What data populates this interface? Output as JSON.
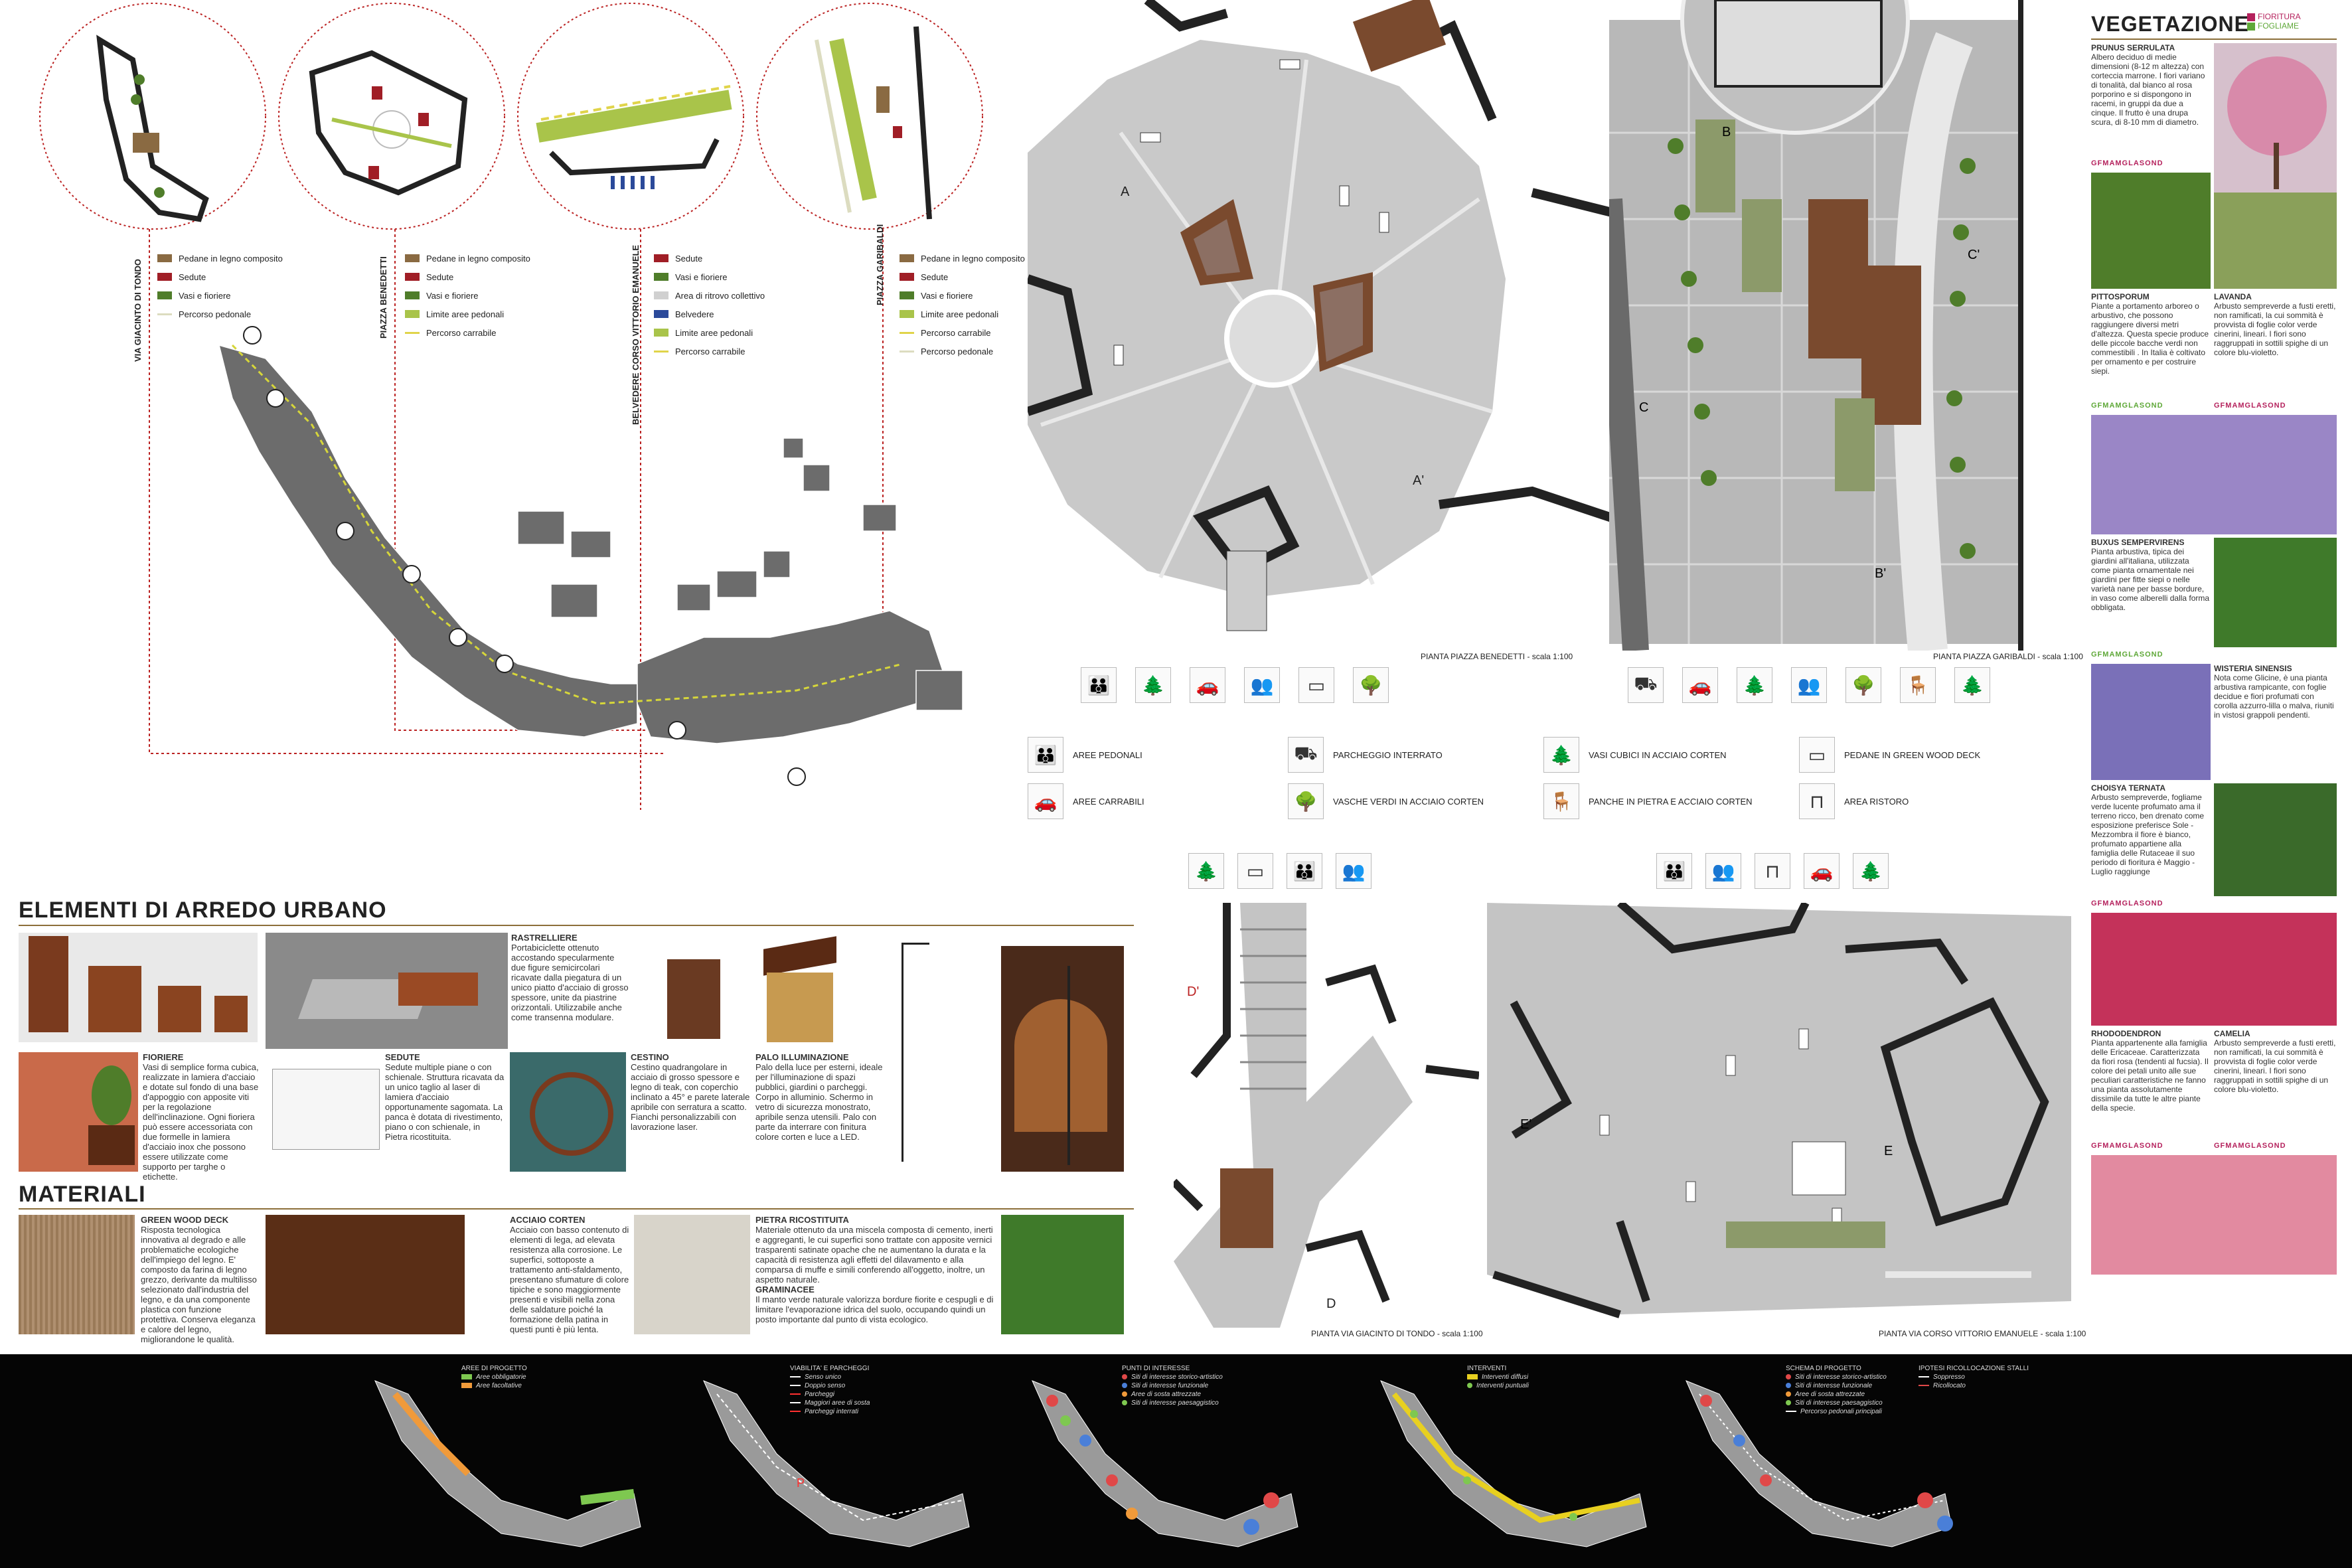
{
  "left_plan": {
    "legends": [
      {
        "title": "VIA GIACINTO DI TONDO",
        "items": [
          {
            "label": "Pedane in legno composito",
            "color": "#8a6a42"
          },
          {
            "label": "Sedute",
            "color": "#a01e26"
          },
          {
            "label": "Vasi e fioriere",
            "color": "#4f7d2a"
          },
          {
            "label": "Percorso pedonale",
            "color": "#dcdcc0"
          }
        ]
      },
      {
        "title": "PIAZZA BENEDETTI",
        "items": [
          {
            "label": "Pedane in legno composito",
            "color": "#8a6a42"
          },
          {
            "label": "Sedute",
            "color": "#a01e26"
          },
          {
            "label": "Vasi e fioriere",
            "color": "#4f7d2a"
          },
          {
            "label": "Limite aree pedonali",
            "color": "#a9c44a"
          },
          {
            "label": "Percorso carrabile",
            "color": "#e0d44a"
          }
        ]
      },
      {
        "title": "BELVEDERE CORSO VITTORIO EMANUELE",
        "items": [
          {
            "label": "Sedute",
            "color": "#a01e26"
          },
          {
            "label": "Vasi e fioriere",
            "color": "#4f7d2a"
          },
          {
            "label": "Area di ritrovo collettivo",
            "color": "#d0d0d0"
          },
          {
            "label": "Belvedere",
            "color": "#2b4a9a"
          },
          {
            "label": "Limite aree pedonali",
            "color": "#a9c44a"
          },
          {
            "label": "Percorso carrabile",
            "color": "#e0d44a"
          }
        ]
      },
      {
        "title": "PIAZZA GARIBALDI",
        "items": [
          {
            "label": "Pedane in legno composito",
            "color": "#8a6a42"
          },
          {
            "label": "Sedute",
            "color": "#a01e26"
          },
          {
            "label": "Vasi e fioriere",
            "color": "#4f7d2a"
          },
          {
            "label": "Limite aree pedonali",
            "color": "#a9c44a"
          },
          {
            "label": "Percorso carrabile",
            "color": "#e0d44a"
          },
          {
            "label": "Percorso pedonale",
            "color": "#dcdcc0"
          }
        ]
      }
    ]
  },
  "plans": {
    "benedetti": "PIANTA PIAZZA BENEDETTI - scala 1:100",
    "garibaldi": "PIANTA PIAZZA GARIBALDI - scala 1:100",
    "giacinto": "PIANTA VIA GIACINTO DI TONDO - scala 1:100",
    "vittorio": "PIANTA VIA CORSO VITTORIO EMANUELE - scala 1:100",
    "section_marks": [
      "A",
      "A'",
      "B",
      "B'",
      "C",
      "C'",
      "D",
      "D'",
      "E",
      "E'"
    ]
  },
  "key": [
    {
      "label": "AREE PEDONALI",
      "icon": "pedestrians-icon",
      "glyph": "👪"
    },
    {
      "label": "AREE CARRABILI",
      "icon": "car-icon",
      "glyph": "🚗"
    },
    {
      "label": "PARCHEGGIO INTERRATO",
      "icon": "parking-icon",
      "glyph": "⛟"
    },
    {
      "label": "VASCHE VERDI IN ACCIAIO CORTEN",
      "icon": "planter-icon",
      "glyph": "🌳"
    },
    {
      "label": "VASI CUBICI IN ACCIAIO CORTEN",
      "icon": "tree-pot-icon",
      "glyph": "🌲"
    },
    {
      "label": "PANCHE IN PIETRA E ACCIAIO CORTEN",
      "icon": "bench-icon",
      "glyph": "🪑"
    },
    {
      "label": "PEDANE IN GREEN WOOD DECK",
      "icon": "deck-icon",
      "glyph": "▭"
    },
    {
      "label": "AREA RISTORO",
      "icon": "table-icon",
      "glyph": "⊓"
    }
  ],
  "arredo": {
    "title": "ELEMENTI DI ARREDO URBANO",
    "items": [
      {
        "heading": "FIORIERE",
        "text": "Vasi di semplice forma cubica, realizzate in lamiera d'acciaio e dotate sul fondo di una base d'appoggio con apposite viti per la regolazione dell'inclinazione. Ogni fioriera può essere accessoriata con due formelle in lamiera d'acciaio inox che possono essere utilizzate come supporto per targhe o etichette."
      },
      {
        "heading": "RASTRELLIERE",
        "text": "Portabiciclette ottenuto accostando specularmente due figure semicircolari ricavate dalla piegatura di un unico piatto d'acciaio di grosso spessore, unite da piastrine orizzontali. Utilizzabile anche come transenna modulare."
      },
      {
        "heading": "SEDUTE",
        "text": "Sedute multiple piane o con schienale. Struttura ricavata da un unico taglio al laser di lamiera d'acciaio opportunamente sagomata. La panca è dotata di rivestimento, piano o con schienale, in Pietra ricostituita."
      },
      {
        "heading": "CESTINO",
        "text": "Cestino quadrangolare in acciaio di grosso spessore e legno di teak, con coperchio inclinato a 45° e parete laterale apribile con serratura a scatto. Fianchi personalizzabili con lavorazione laser."
      },
      {
        "heading": "PALO ILLUMINAZIONE",
        "text": "Palo della luce per esterni, ideale per l'illuminazione di spazi pubblici, giardini o parcheggi. Corpo in alluminio. Schermo in vetro di sicurezza monostrato, apribile senza utensili. Palo con parte da interrare con finitura colore corten e luce a LED."
      }
    ]
  },
  "materiali": {
    "title": "MATERIALI",
    "items": [
      {
        "heading": "GREEN WOOD DECK",
        "text": "Risposta tecnologica innovativa al degrado e alle problematiche ecologiche dell'impiego del legno. E' composto da farina di legno grezzo, derivante da multilisso selezionato dall'industria del legno, e da una componente plastica con funzione protettiva. Conserva eleganza e calore del legno, migliorandone le qualità."
      },
      {
        "heading": "ACCIAIO CORTEN",
        "text": "Acciaio con basso contenuto di elementi di lega, ad elevata resistenza alla corrosione. Le superfici, sottoposte a trattamento anti-sfaldamento, presentano sfumature di colore tipiche e sono maggiormente presenti e visibili nella zona delle saldature poiché la formazione della patina in questi punti è più lenta."
      },
      {
        "heading": "PIETRA RICOSTITUITA",
        "text": "Materiale ottenuto da una miscela composta di cemento, inerti e aggreganti, le cui superfici sono trattate con apposite vernici trasparenti satinate opache che ne aumentano la durata e la capacità di resistenza agli effetti del dilavamento e alla comparsa di muffe e simili conferendo all'oggetto, inoltre, un aspetto naturale."
      },
      {
        "heading": "GRAMINACEE",
        "text": "Il manto verde naturale valorizza bordure fiorite e cespugli e di limitare l'evaporazione idrica del suolo, occupando quindi un posto importante dal punto di vista ecologico."
      }
    ]
  },
  "vegetazione": {
    "title": "VEGETAZIONE",
    "legend": [
      {
        "label": "FIORITURA",
        "color": "#b5225d"
      },
      {
        "label": "FOGLIAME",
        "color": "#5fa838"
      }
    ],
    "months": "GFMAMGLASOND",
    "plants": [
      {
        "name": "PRUNUS SERRULATA",
        "text": "Albero deciduo di medie dimensioni (8-12 m altezza) con corteccia marrone. I fiori variano di tonalità, dal bianco al rosa porporino e si dispongono in racemi, in gruppi da due a cinque. Il frutto è una drupa scura, di 8-10 mm di diametro."
      },
      {
        "name": "PITTOSPORUM",
        "text": "Piante a portamento arboreo o arbustivo, che possono raggiungere diversi metri d'altezza. Questa specie produce delle piccole bacche verdi non commestibili . In Italia è coltivato per ornamento e per costruire siepi."
      },
      {
        "name": "LAVANDA",
        "text": "Arbusto sempreverde a fusti eretti, non ramificati, la cui sommità è provvista di foglie color verde cinerini, lineari. I fiori sono raggruppati in sottili spighe di un colore blu-violetto."
      },
      {
        "name": "BUXUS SEMPERVIRENS",
        "text": "Pianta arbustiva, tipica dei giardini all'italiana, utilizzata come pianta ornamentale nei giardini per fitte siepi o nelle varietà nane per basse bordure, in vaso come alberelli dalla forma obbligata."
      },
      {
        "name": "WISTERIA SINENSIS",
        "text": "Nota come Glicine, è una pianta arbustiva rampicante, con foglie decidue e fiori profumati con corolla azzurro-lilla o malva, riuniti in vistosi grappoli pendenti."
      },
      {
        "name": "CHOISYA TERNATA",
        "text": "Arbusto sempreverde, fogliame verde lucente profumato ama il terreno ricco, ben drenato come esposizione preferisce Sole - Mezzombra il fiore è bianco, profumato appartiene alla famiglia delle Rutaceae il suo periodo di fioritura è Maggio - Luglio raggiunge"
      },
      {
        "name": "RHODODENDRON",
        "text": "Pianta appartenente alla famiglia delle Ericaceae. Caratterizzata da fiori rosa (tendenti al fucsia). Il colore dei petali unito alle sue peculiari caratteristiche ne fanno una pianta assolutamente dissimile da tutte le altre piante della specie."
      },
      {
        "name": "CAMELIA",
        "text": "Arbusto sempreverde a fusti eretti, non ramificati, la cui sommità è provvista di foglie color verde cinerini, lineari. I fiori sono raggruppati in sottili spighe di un colore blu-violetto."
      }
    ]
  },
  "bottom_maps": [
    {
      "legend": [
        {
          "label": "Aree obbligatorie",
          "color": "#7ec850"
        },
        {
          "label": "Aree facoltative",
          "color": "#f09a3a"
        }
      ],
      "title": "AREE DI PROGETTO"
    },
    {
      "legend": [
        {
          "label": "Senso unico",
          "color": "#ffffff"
        },
        {
          "label": "Doppio senso",
          "color": "#ffffff"
        },
        {
          "label": "Parcheggi",
          "color": "#ff3030"
        },
        {
          "label": "Maggiori aree di sosta",
          "color": "#ffffff"
        },
        {
          "label": "Parcheggi interrati",
          "color": "#ff3030"
        }
      ],
      "title": "VIABILITA' E PARCHEGGI"
    },
    {
      "legend": [
        {
          "label": "Siti di interesse storico-artistico",
          "color": "#e04848"
        },
        {
          "label": "Siti di interesse funzionale",
          "color": "#4a7fd8"
        },
        {
          "label": "Aree di sosta attrezzate",
          "color": "#f09a3a"
        },
        {
          "label": "Siti di interesse paesaggistico",
          "color": "#7ec850"
        }
      ],
      "title": "PUNTI DI INTERESSE"
    },
    {
      "legend": [
        {
          "label": "Interventi diffusi",
          "color": "#e8d020"
        },
        {
          "label": "Interventi puntuali",
          "color": "#7ec850"
        }
      ],
      "title": "INTERVENTI"
    },
    {
      "legend": [
        {
          "label": "Siti di interesse storico-artistico",
          "color": "#e04848"
        },
        {
          "label": "Siti di interesse funzionale",
          "color": "#4a7fd8"
        },
        {
          "label": "Aree di sosta attrezzate",
          "color": "#f09a3a"
        },
        {
          "label": "Siti di interesse paesaggistico",
          "color": "#7ec850"
        },
        {
          "label": "Percorso pedonali principali",
          "color": "#ffffff"
        }
      ],
      "title": "SCHEMA DI PROGETTO",
      "title2": "IPOTESI RICOLLOCAZIONE STALLI",
      "legend2": [
        {
          "label": "Soppresso",
          "color": "#ffffff"
        },
        {
          "label": "Ricollocato",
          "color": "#e04848"
        }
      ]
    }
  ]
}
